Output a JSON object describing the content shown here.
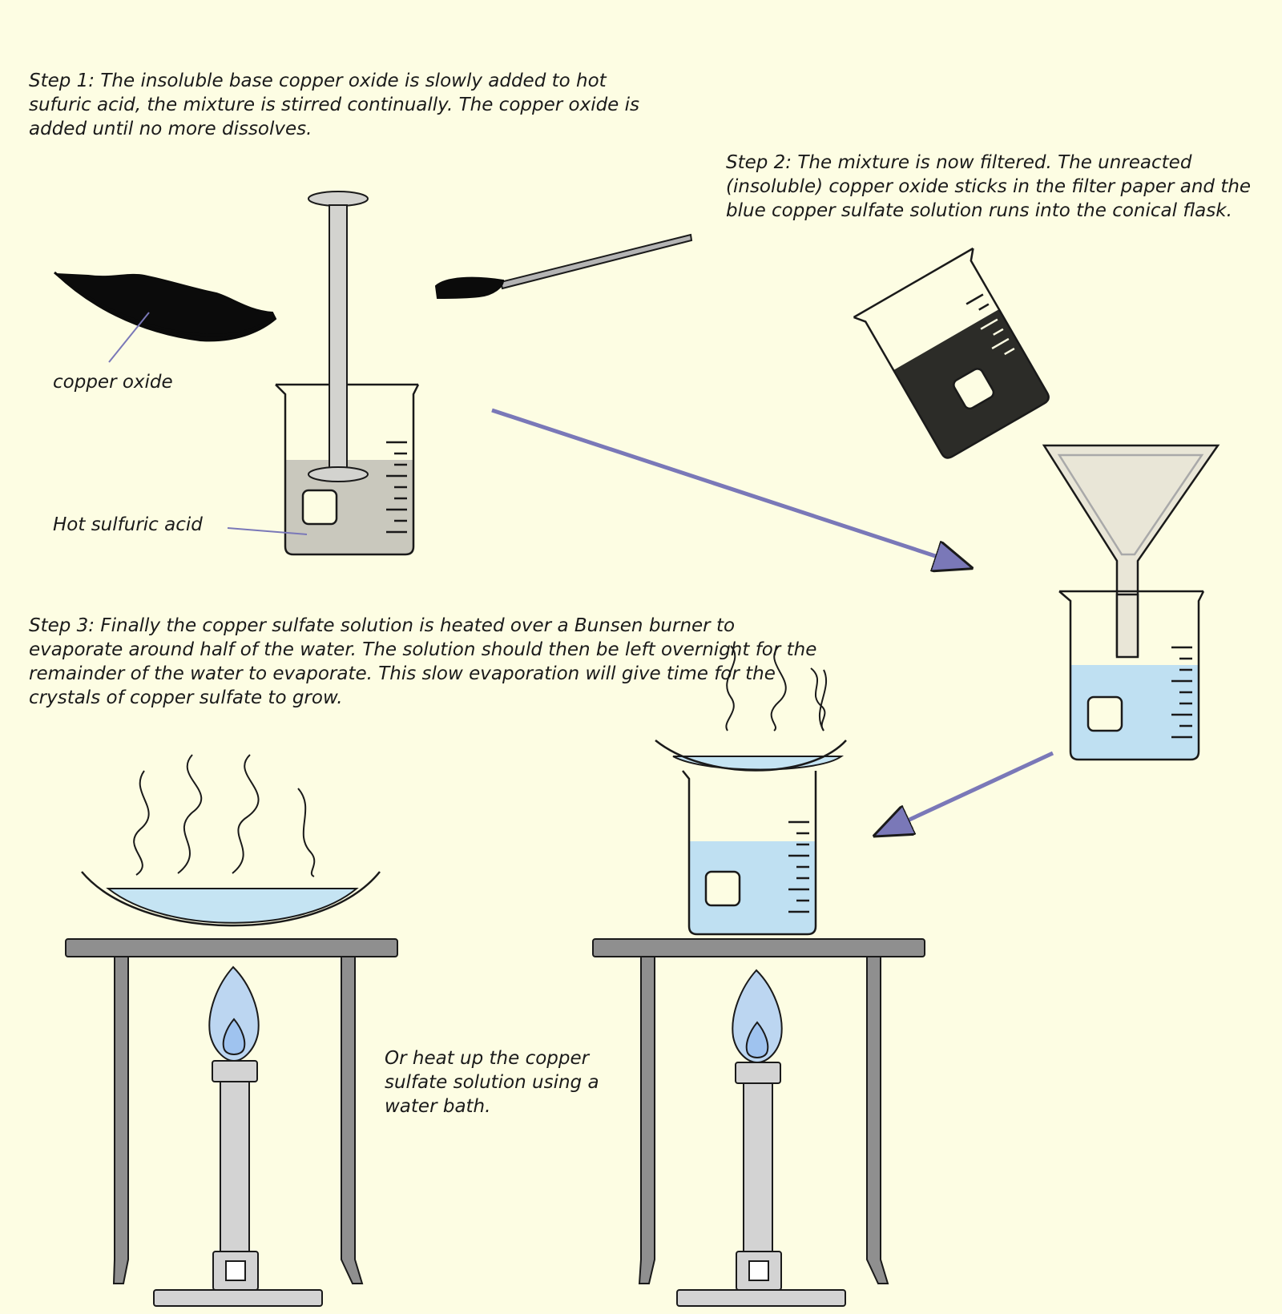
{
  "steps": {
    "step1": "Step 1: The insoluble base copper oxide is slowly added to hot sufuric acid, the mixture is stirred continually.  The copper oxide is added until no more dissolves.",
    "step2": "Step 2: The mixture is now filtered.  The unreacted (insoluble) copper oxide sticks in the filter paper and the blue copper sulfate solution runs into the conical flask.",
    "step3": "Step 3: Finally the copper sulfate solution is heated over a Bunsen burner to evaporate around half of the water.  The solution should then be left overnight for the remainder of the water to evaporate.  This slow evaporation will give time for the crystals of copper sulfate to grow.",
    "water_bath_note": "Or heat up the copper sulfate solution using a water bath."
  },
  "labels": {
    "copper_oxide": "copper oxide",
    "hot_sulfuric_acid": "Hot sulfuric acid"
  },
  "colors": {
    "background": "#fdfde3",
    "outline": "#1a1a1a",
    "acid_grey": "#c9c8bd",
    "rod_grey": "#d3d3cf",
    "copper_oxide_black": "#0b0b0b",
    "mixture_dark": "#2c2c28",
    "copper_sulfate_blue": "#bfe0f2",
    "evaporating_blue": "#c5e4f3",
    "flame_outer": "#bcd6f1",
    "flame_inner": "#9fc3ef",
    "arrow_purple": "#7a78b8",
    "stand_grey": "#8f8f8f",
    "burner_grey": "#d3d3d3"
  }
}
